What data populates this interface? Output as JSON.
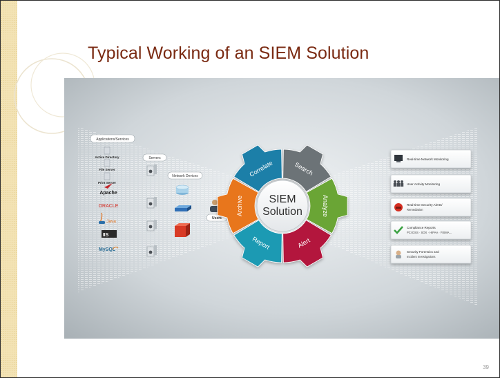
{
  "slide": {
    "title": "Typical Working of an SIEM Solution",
    "page_number": "39"
  },
  "diagram": {
    "center_line1": "SIEM",
    "center_line2": "Solution",
    "gear_segments": [
      {
        "label": "Correlate",
        "color": "#1f7fa8"
      },
      {
        "label": "Search",
        "color": "#6c7377"
      },
      {
        "label": "Analyze",
        "color": "#6aa534"
      },
      {
        "label": "Alert",
        "color": "#b3163c"
      },
      {
        "label": "Report",
        "color": "#1a9ab3"
      },
      {
        "label": "Archive",
        "color": "#e8761c"
      }
    ],
    "groups": {
      "applications": "Applications/Services",
      "servers": "Servers",
      "network_devices": "Network Devices",
      "users": "Users"
    },
    "applications": [
      "Active Directory",
      "File Server",
      "Print Server",
      "Apache",
      "ORACLE",
      "Java",
      "IIS",
      "MySQL"
    ],
    "outputs": [
      {
        "line1": "Real-time Network Monitoring",
        "line2": "",
        "icon": "monitor-icon"
      },
      {
        "line1": "User Activity Monitoring",
        "line2": "",
        "icon": "users-icon"
      },
      {
        "line1": "Real-time Security Alerts/",
        "line2": "Remediation",
        "icon": "alarm-phone-icon"
      },
      {
        "line1": "Compliance Reports",
        "line2": "PCI DSS · SOX · HIPAA · FISMA...",
        "icon": "checkmark-icon"
      },
      {
        "line1": "Security Forensics and",
        "line2": "Incident Investigations",
        "icon": "forensics-icon"
      }
    ],
    "colors": {
      "title": "#7a2a12",
      "background_center": "#eef1f3",
      "background_edge": "#aeb5ba"
    }
  }
}
